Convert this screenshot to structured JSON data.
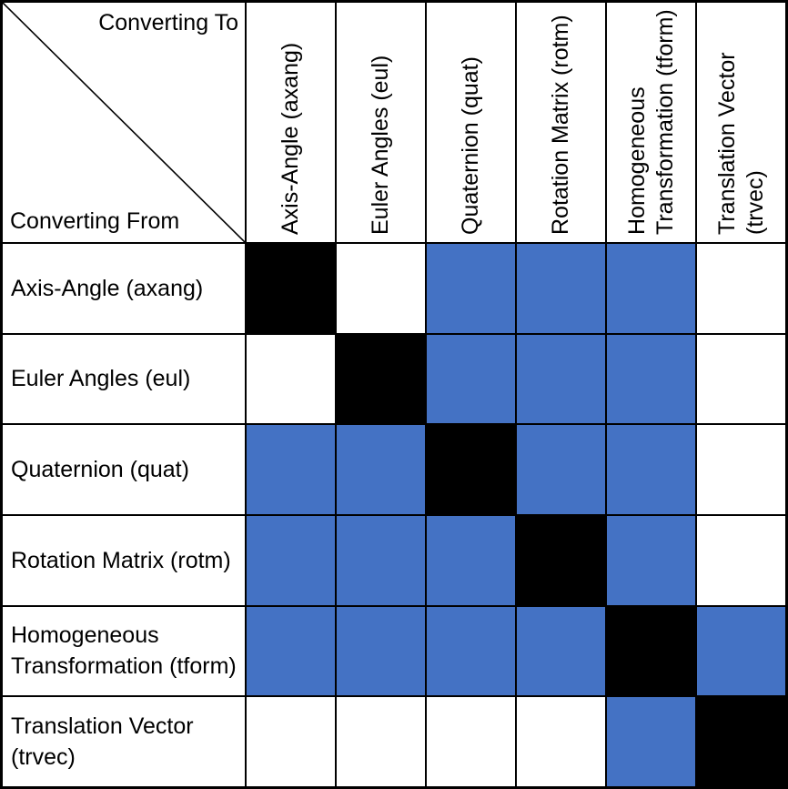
{
  "corner": {
    "top_label": "Converting To",
    "bottom_label": "Converting From"
  },
  "columns": [
    {
      "label": "Axis-Angle (axang)",
      "lines": [
        "Axis-Angle (axang)"
      ]
    },
    {
      "label": "Euler Angles (eul)",
      "lines": [
        "Euler Angles (eul)"
      ]
    },
    {
      "label": "Quaternion (quat)",
      "lines": [
        "Quaternion (quat)"
      ]
    },
    {
      "label": "Rotation Matrix (rotm)",
      "lines": [
        "Rotation Matrix (rotm)"
      ]
    },
    {
      "label": "Homogeneous Transformation (tform)",
      "lines": [
        "Homogeneous",
        "Transformation (tform)"
      ]
    },
    {
      "label": "Translation Vector (trvec)",
      "lines": [
        "Translation Vector",
        "(trvec)"
      ]
    }
  ],
  "rows": [
    {
      "label": "Axis-Angle (axang)",
      "lines": [
        "Axis-Angle (axang)"
      ],
      "cells": [
        "self",
        "no",
        "yes",
        "yes",
        "yes",
        "no"
      ]
    },
    {
      "label": "Euler Angles (eul)",
      "lines": [
        "Euler Angles (eul)"
      ],
      "cells": [
        "no",
        "self",
        "yes",
        "yes",
        "yes",
        "no"
      ]
    },
    {
      "label": "Quaternion (quat)",
      "lines": [
        "Quaternion (quat)"
      ],
      "cells": [
        "yes",
        "yes",
        "self",
        "yes",
        "yes",
        "no"
      ]
    },
    {
      "label": "Rotation Matrix (rotm)",
      "lines": [
        "Rotation Matrix (rotm)"
      ],
      "cells": [
        "yes",
        "yes",
        "yes",
        "self",
        "yes",
        "no"
      ]
    },
    {
      "label": "Homogeneous Transformation (tform)",
      "lines": [
        "Homogeneous",
        "Transformation (tform)"
      ],
      "cells": [
        "yes",
        "yes",
        "yes",
        "yes",
        "self",
        "yes"
      ]
    },
    {
      "label": "Translation Vector (trvec)",
      "lines": [
        "Translation Vector",
        "(trvec)"
      ],
      "cells": [
        "no",
        "no",
        "no",
        "no",
        "yes",
        "self"
      ]
    }
  ],
  "cell_colors": {
    "self": "#000000",
    "yes": "#4472C4",
    "no": "#FFFFFF"
  },
  "grid_color": "#000000"
}
